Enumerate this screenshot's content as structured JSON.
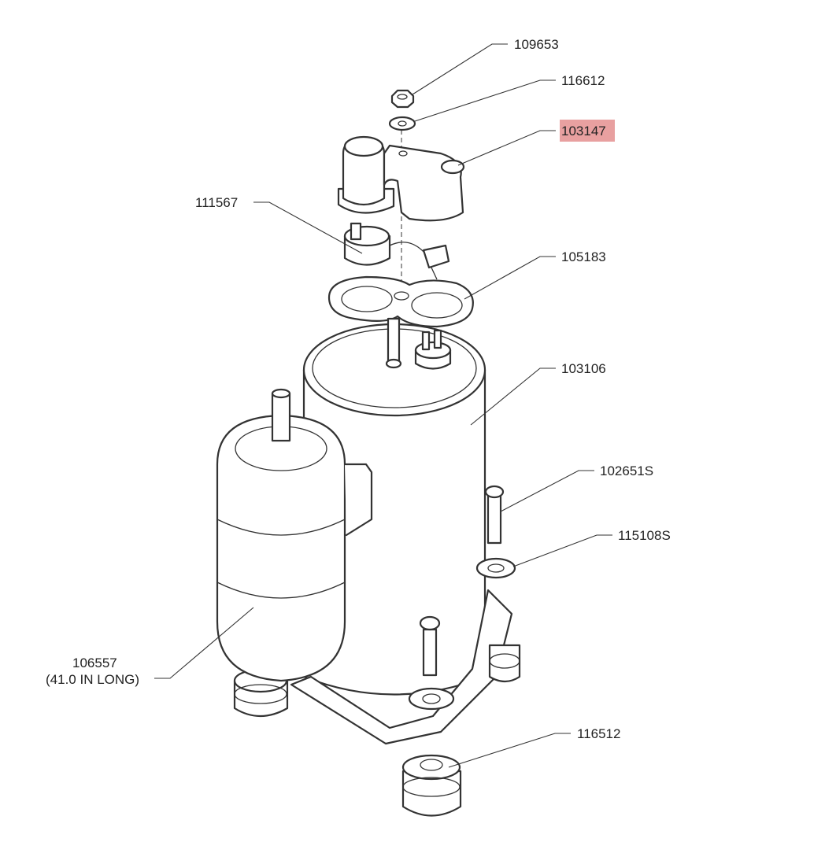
{
  "labels": {
    "p109653": "109653",
    "p116612": "116612",
    "p103147": "103147",
    "p111567": "111567",
    "p105183": "105183",
    "p103106": "103106",
    "p102651s": "102651S",
    "p115108s": "115108S",
    "p106557": "106557",
    "p106557_note": "(41.0 IN LONG)",
    "p116512": "116512"
  },
  "colors": {
    "highlight": "#e8a0a0",
    "line": "#333333"
  },
  "highlighted_part": "103147"
}
